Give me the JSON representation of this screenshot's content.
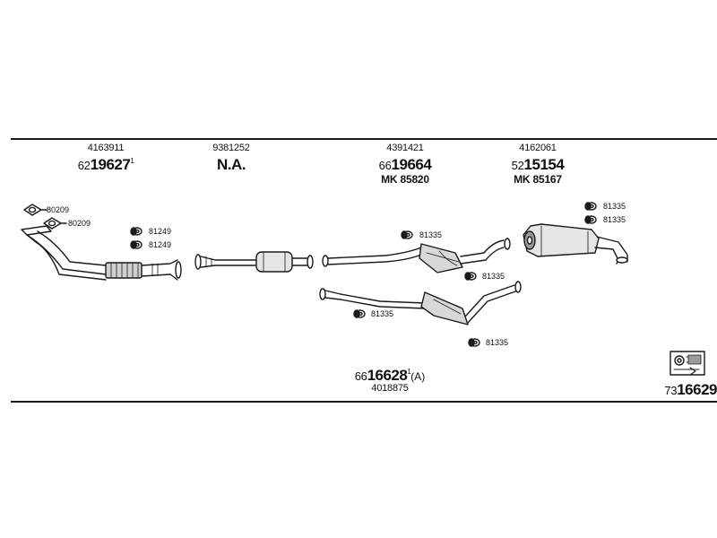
{
  "columns": [
    {
      "small": "4163911",
      "prefix": "62",
      "main": "19627",
      "sup": "1",
      "mk": ""
    },
    {
      "small": "9381252",
      "prefix": "",
      "main": "N.A.",
      "sup": "",
      "mk": ""
    },
    {
      "small": "4391421",
      "prefix": "66",
      "main": "19664",
      "sup": "",
      "mk": "MK  85820"
    },
    {
      "small": "4162061",
      "prefix": "52",
      "main": "15154",
      "sup": "",
      "mk": "MK  85167"
    }
  ],
  "part_labels": {
    "downpipe_a": "80209",
    "downpipe_b": "80209",
    "clamp_a": "81249",
    "clamp_b": "81249",
    "center_clamp": "81335",
    "rear_a": "81335",
    "rear_b": "81335",
    "lower_mid": "81335",
    "lower_left": "81335",
    "lower_right": "81335"
  },
  "bottom_center": {
    "prefix": "66",
    "main": "16628",
    "sup": "1",
    "suffix": "(A)",
    "small": "4018875"
  },
  "bottom_right": {
    "prefix": "73",
    "main": "16629"
  },
  "icon": {
    "name": "parts-kit-icon"
  },
  "colors": {
    "line": "#1a1a1a",
    "fill_light": "#e6e6e6",
    "fill_dark": "#9a9a9a"
  }
}
